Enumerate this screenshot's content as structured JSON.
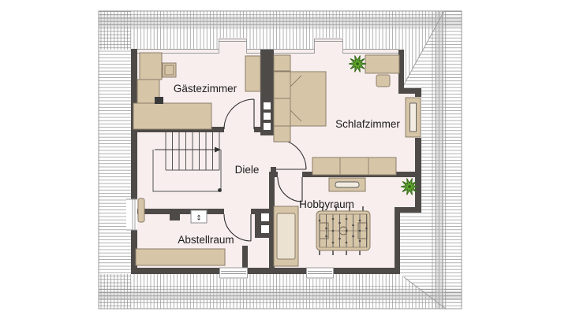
{
  "plan": {
    "title": "attic-floorplan",
    "rooms": [
      {
        "id": "gaestezimmer",
        "label": "Gästezimmer"
      },
      {
        "id": "schlafzimmer",
        "label": "Schlafzimmer"
      },
      {
        "id": "diele",
        "label": "Diele"
      },
      {
        "id": "hobbyraum",
        "label": "Hobbyraum"
      },
      {
        "id": "abstellraum",
        "label": "Abstellraum"
      }
    ],
    "symbols": {
      "vent_symbol": "↕"
    },
    "colors": {
      "floor": "#f8eeee",
      "wall": "#4e4a48",
      "furniture": "#d7c5a8",
      "furniture_border": "#8a7d68",
      "furniture_light": "#ece2d2",
      "plant_green": "#5fa32e",
      "plant_dark": "#33691a",
      "hatch_line": "#8f8f8f",
      "roof_shade": "#c6c6c6",
      "outline": "#9a9a9a",
      "label_text": "#1c1c1c"
    }
  }
}
